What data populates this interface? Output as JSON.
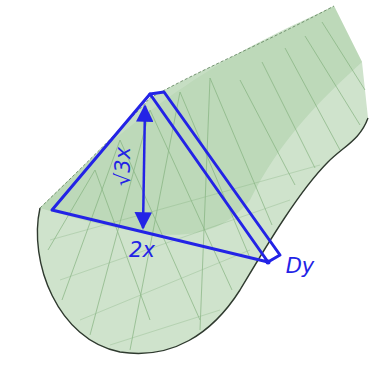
{
  "diagram": {
    "labels": [
      "√3x",
      "2x",
      "Dy"
    ]
  }
}
